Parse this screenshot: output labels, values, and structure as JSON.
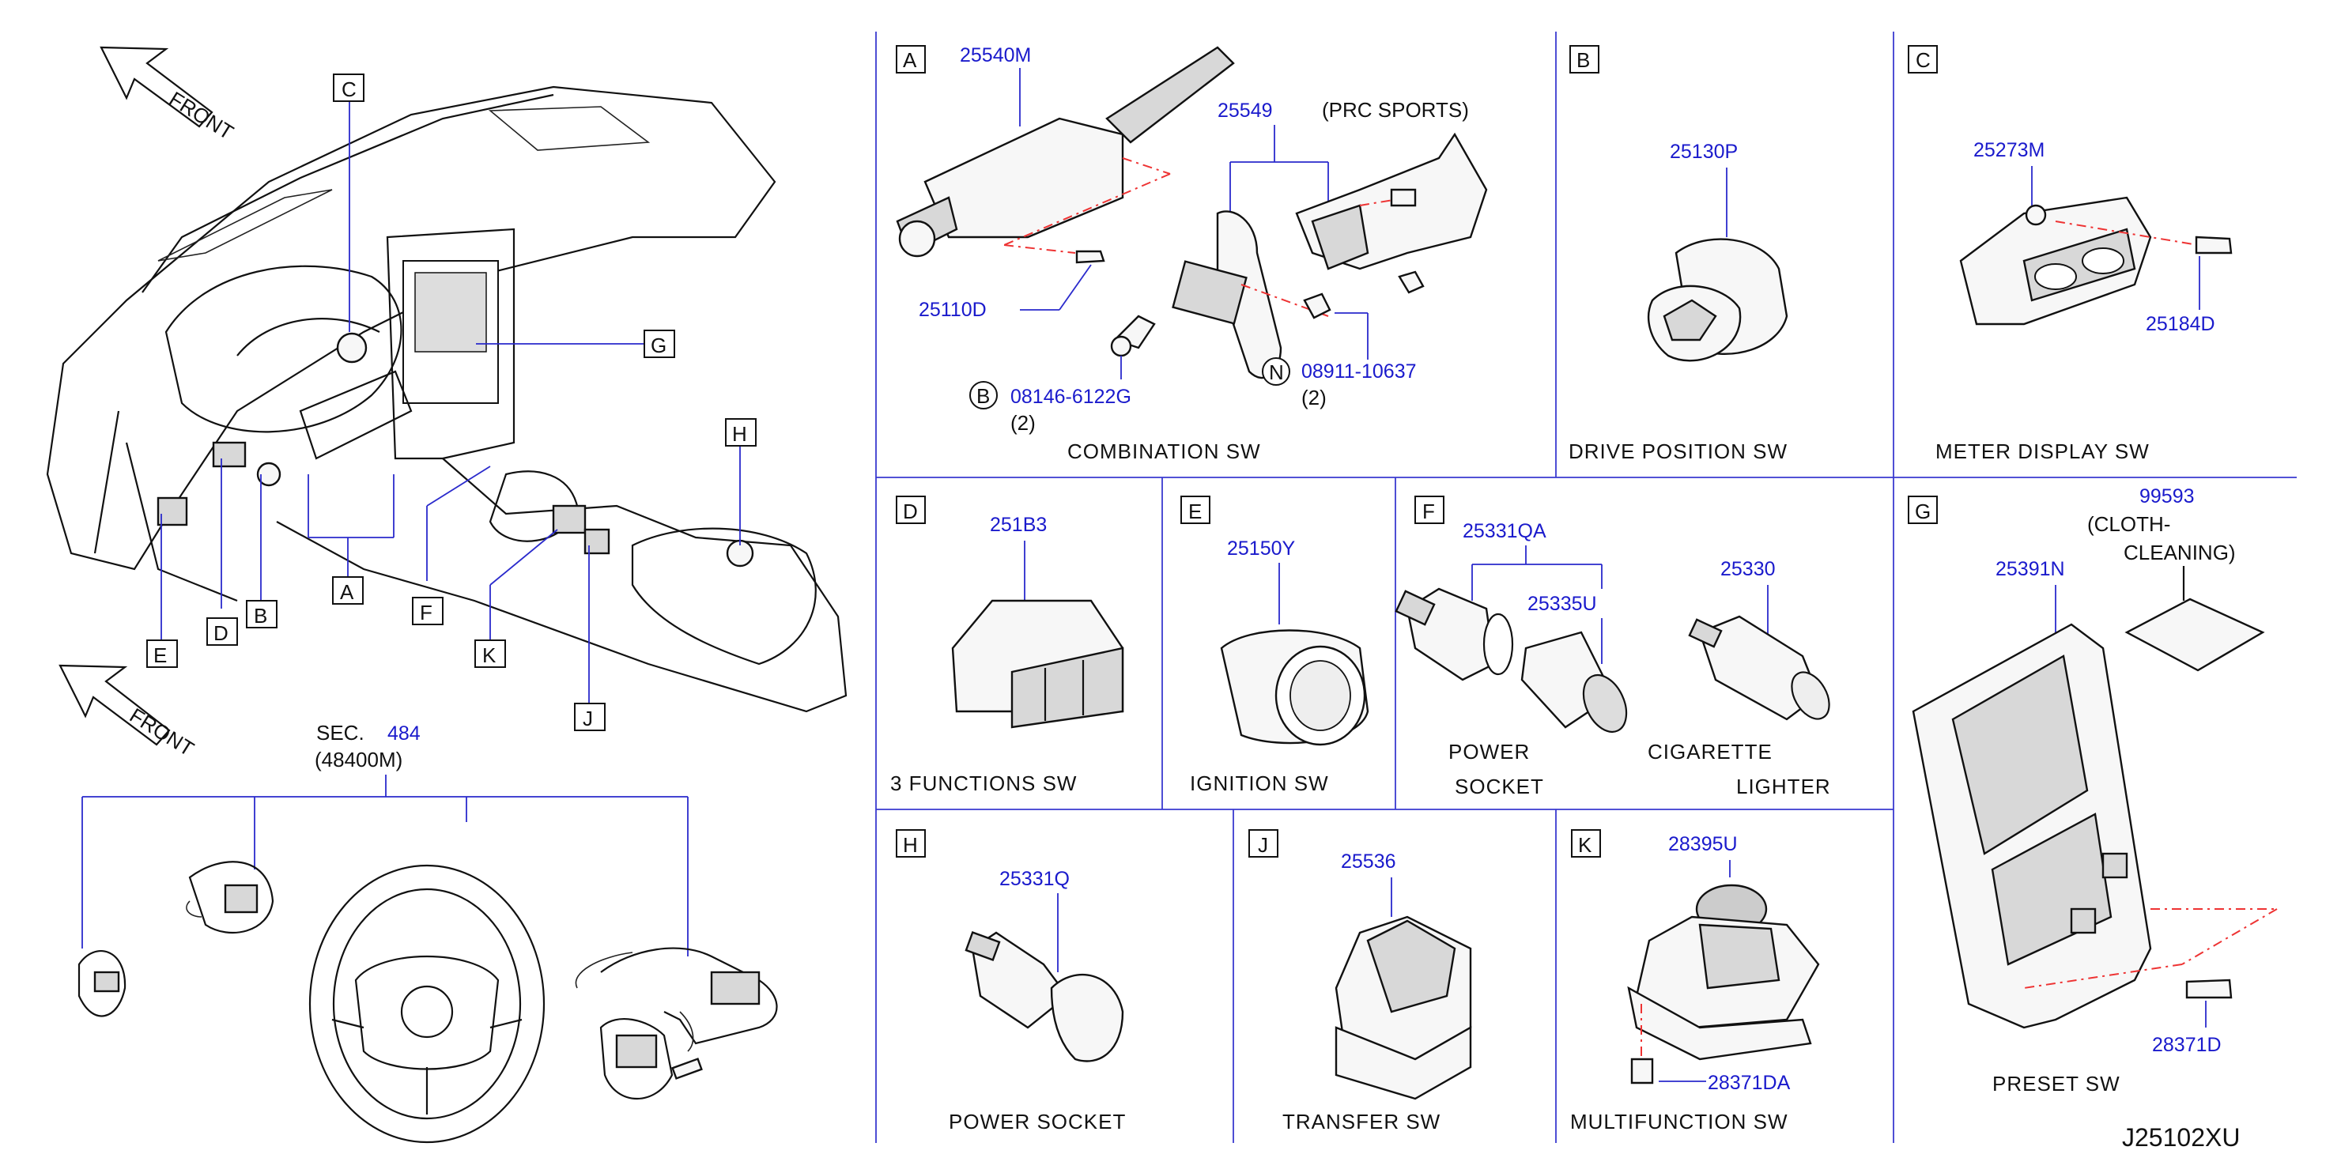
{
  "front_labels": [
    "FRONT",
    "FRONT"
  ],
  "overview_callouts": [
    "A",
    "B",
    "C",
    "D",
    "E",
    "F",
    "G",
    "H",
    "J",
    "K"
  ],
  "steering": {
    "sec_prefix": "SEC.",
    "sec_number": "484",
    "sec_part": "(48400M)"
  },
  "panels": {
    "A": {
      "letter": "A",
      "caption": "COMBINATION   SW",
      "parts": [
        "25540M",
        "25549",
        "25110D",
        "08146-6122G",
        "08911-10637"
      ],
      "note": "(PRC   SPORTS)",
      "qty_b": "(2)",
      "qty_n": "(2)",
      "circle_b": "B",
      "circle_n": "N"
    },
    "B": {
      "letter": "B",
      "caption": "DRIVE   POSITION   SW",
      "parts": [
        "25130P"
      ]
    },
    "C": {
      "letter": "C",
      "caption": "METER   DISPLAY   SW",
      "parts": [
        "25273M",
        "25184D"
      ]
    },
    "D": {
      "letter": "D",
      "caption": "3   FUNCTIONS   SW",
      "parts": [
        "251B3"
      ]
    },
    "E": {
      "letter": "E",
      "caption": "IGNITION   SW",
      "parts": [
        "25150Y"
      ]
    },
    "F": {
      "letter": "F",
      "caption_left": [
        "POWER",
        "SOCKET"
      ],
      "caption_right": [
        "CIGARETTE",
        "LIGHTER"
      ],
      "parts": [
        "25331QA",
        "25335U",
        "25330"
      ]
    },
    "G": {
      "letter": "G",
      "caption": "PRESET   SW",
      "parts": [
        "99593",
        "25391N",
        "28371D"
      ],
      "note": [
        "(CLOTH-",
        "CLEANING)"
      ]
    },
    "H": {
      "letter": "H",
      "caption": "POWER   SOCKET",
      "parts": [
        "25331Q"
      ]
    },
    "J": {
      "letter": "J",
      "caption": "TRANSFER   SW",
      "parts": [
        "25536"
      ]
    },
    "K": {
      "letter": "K",
      "caption": "MULTIFUNCTION   SW",
      "parts": [
        "28395U",
        "28371DA"
      ]
    }
  },
  "drawing_code": "J25102XU",
  "colors": {
    "part_number": "#1a1acc",
    "divider": "#3a3ad0",
    "dash_line": "#e33333",
    "ink": "#111111"
  }
}
